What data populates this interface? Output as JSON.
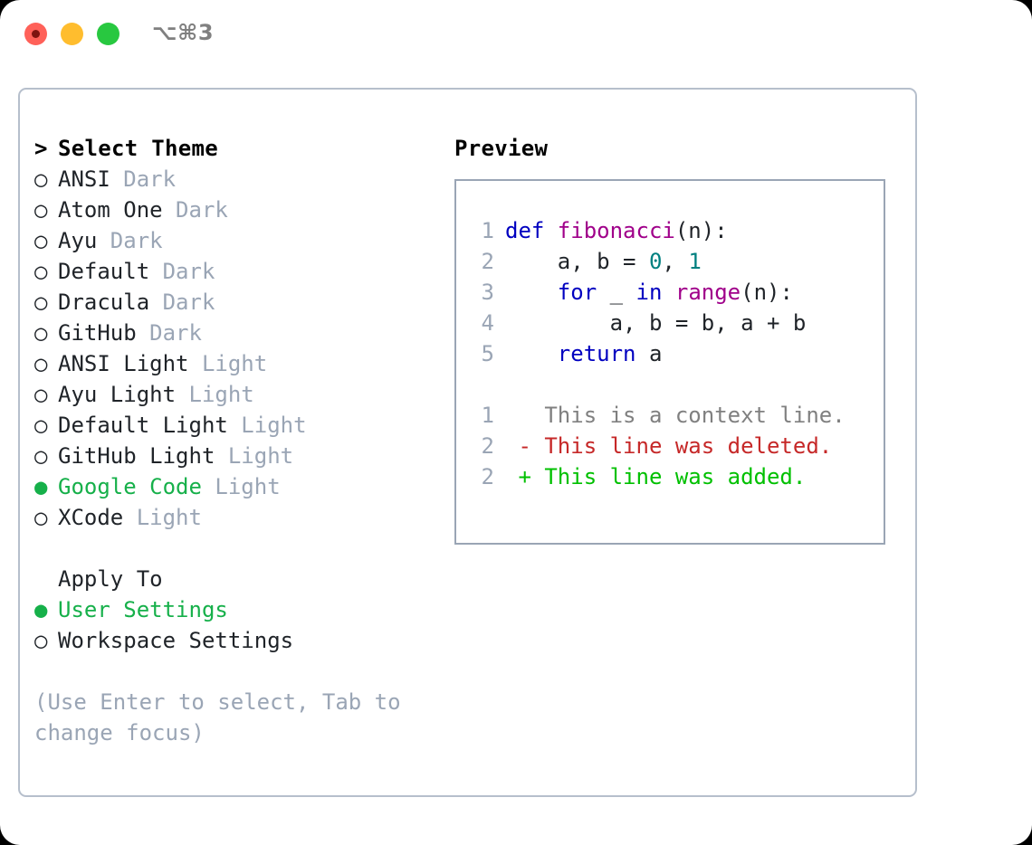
{
  "titlebar": {
    "shortcut": "⌥⌘3",
    "lights": [
      "close-red",
      "minimize-yellow",
      "maximize-green"
    ]
  },
  "theme_picker": {
    "header": "Select Theme",
    "header_marker": ">",
    "selected_id": "google-code",
    "marker_selected": "●",
    "marker_unselected": "○",
    "items": [
      {
        "name": "ANSI",
        "variant": "Dark",
        "selected": false
      },
      {
        "name": "Atom One",
        "variant": "Dark",
        "selected": false
      },
      {
        "name": "Ayu",
        "variant": "Dark",
        "selected": false
      },
      {
        "name": "Default",
        "variant": "Dark",
        "selected": false
      },
      {
        "name": "Dracula",
        "variant": "Dark",
        "selected": false
      },
      {
        "name": "GitHub",
        "variant": "Dark",
        "selected": false
      },
      {
        "name": "ANSI Light",
        "variant": "Light",
        "selected": false
      },
      {
        "name": "Ayu Light",
        "variant": "Light",
        "selected": false
      },
      {
        "name": "Default Light",
        "variant": "Light",
        "selected": false
      },
      {
        "name": "GitHub Light",
        "variant": "Light",
        "selected": false
      },
      {
        "name": "Google Code",
        "variant": "Light",
        "selected": true
      },
      {
        "name": "XCode",
        "variant": "Light",
        "selected": false
      }
    ]
  },
  "apply_to": {
    "header": "Apply To",
    "items": [
      {
        "name": "User Settings",
        "selected": true
      },
      {
        "name": "Workspace Settings",
        "selected": false
      }
    ]
  },
  "hint": "(Use Enter to select, Tab to change focus)",
  "preview": {
    "title": "Preview",
    "code_lines": [
      {
        "no": "1",
        "tokens": [
          {
            "t": "def ",
            "c": "kw"
          },
          {
            "t": "fibonacci",
            "c": "fn"
          },
          {
            "t": "(n):",
            "c": "pl"
          }
        ]
      },
      {
        "no": "2",
        "tokens": [
          {
            "t": "    a, b = ",
            "c": "pl"
          },
          {
            "t": "0",
            "c": "num"
          },
          {
            "t": ", ",
            "c": "pl"
          },
          {
            "t": "1",
            "c": "num"
          }
        ]
      },
      {
        "no": "3",
        "tokens": [
          {
            "t": "    ",
            "c": "pl"
          },
          {
            "t": "for",
            "c": "kw"
          },
          {
            "t": " _ ",
            "c": "pl"
          },
          {
            "t": "in",
            "c": "kw"
          },
          {
            "t": " ",
            "c": "pl"
          },
          {
            "t": "range",
            "c": "fn"
          },
          {
            "t": "(n):",
            "c": "pl"
          }
        ]
      },
      {
        "no": "4",
        "tokens": [
          {
            "t": "        a, b = b, a + b",
            "c": "pl"
          }
        ]
      },
      {
        "no": "5",
        "tokens": [
          {
            "t": "    ",
            "c": "pl"
          },
          {
            "t": "return",
            "c": "kw"
          },
          {
            "t": " a",
            "c": "pl"
          }
        ]
      }
    ],
    "diff_lines": [
      {
        "no": "1",
        "sign": " ",
        "text": "This is a context line.",
        "kind": "ctx"
      },
      {
        "no": "2",
        "sign": "-",
        "text": "This line was deleted.",
        "kind": "del"
      },
      {
        "no": "2",
        "sign": "+",
        "text": "This line was added.",
        "kind": "add"
      }
    ]
  },
  "colors": {
    "accent_green": "#16b04a",
    "muted": "#9aa5b5",
    "border": "#b6bfcc",
    "keyword": "#0000c0",
    "function": "#a0008a",
    "number": "#008080",
    "plain": "#1f2328",
    "diff_context": "#808080",
    "diff_deleted": "#c62828",
    "diff_added": "#00c000",
    "light_red": "#ff6159",
    "light_yellow": "#ffbd2e",
    "light_green": "#28c840"
  }
}
